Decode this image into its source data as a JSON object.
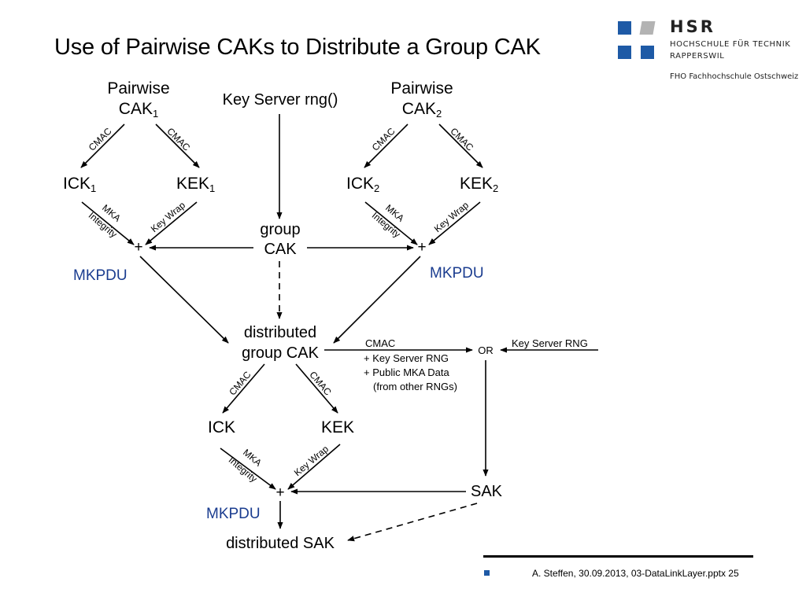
{
  "title": "Use of Pairwise CAKs to Distribute a Group CAK",
  "logo": {
    "name": "HSR",
    "line1": "HOCHSCHULE FÜR TECHNIK",
    "line2": "RAPPERSWIL",
    "line3": "FHO Fachhochschule Ostschweiz",
    "colors": {
      "blue": "#1e5aa6",
      "grey": "#b3b3b3"
    }
  },
  "footer": {
    "text": "A. Steffen, 30.09.2013, 03-DataLinkLayer.pptx 25"
  },
  "diagram": {
    "pairwise_label": "Pairwise",
    "cak_main": "CAK",
    "sub1": "1",
    "sub2": "2",
    "key_server": "Key Server rng()",
    "ick": "ICK",
    "kek": "KEK",
    "cmac": "CMAC",
    "mka": "MKA",
    "integrity": "Integrity",
    "key_wrap": "Key Wrap",
    "plus": "+",
    "group": "group",
    "group_cak_word": "CAK",
    "mkpdu": "MKPDU",
    "distributed": "distributed",
    "group_cak": "group CAK",
    "or": "OR",
    "key_server_rng": "Key Server RNG",
    "cmac_small": "CMAC",
    "plus_ks_rng": "+ Key Server RNG",
    "plus_public": "+ Public MKA Data",
    "from_other": "(from other RNGs)",
    "sak": "SAK",
    "distributed_sak": "distributed SAK",
    "mkpdu_color": "#1a3c8f"
  }
}
